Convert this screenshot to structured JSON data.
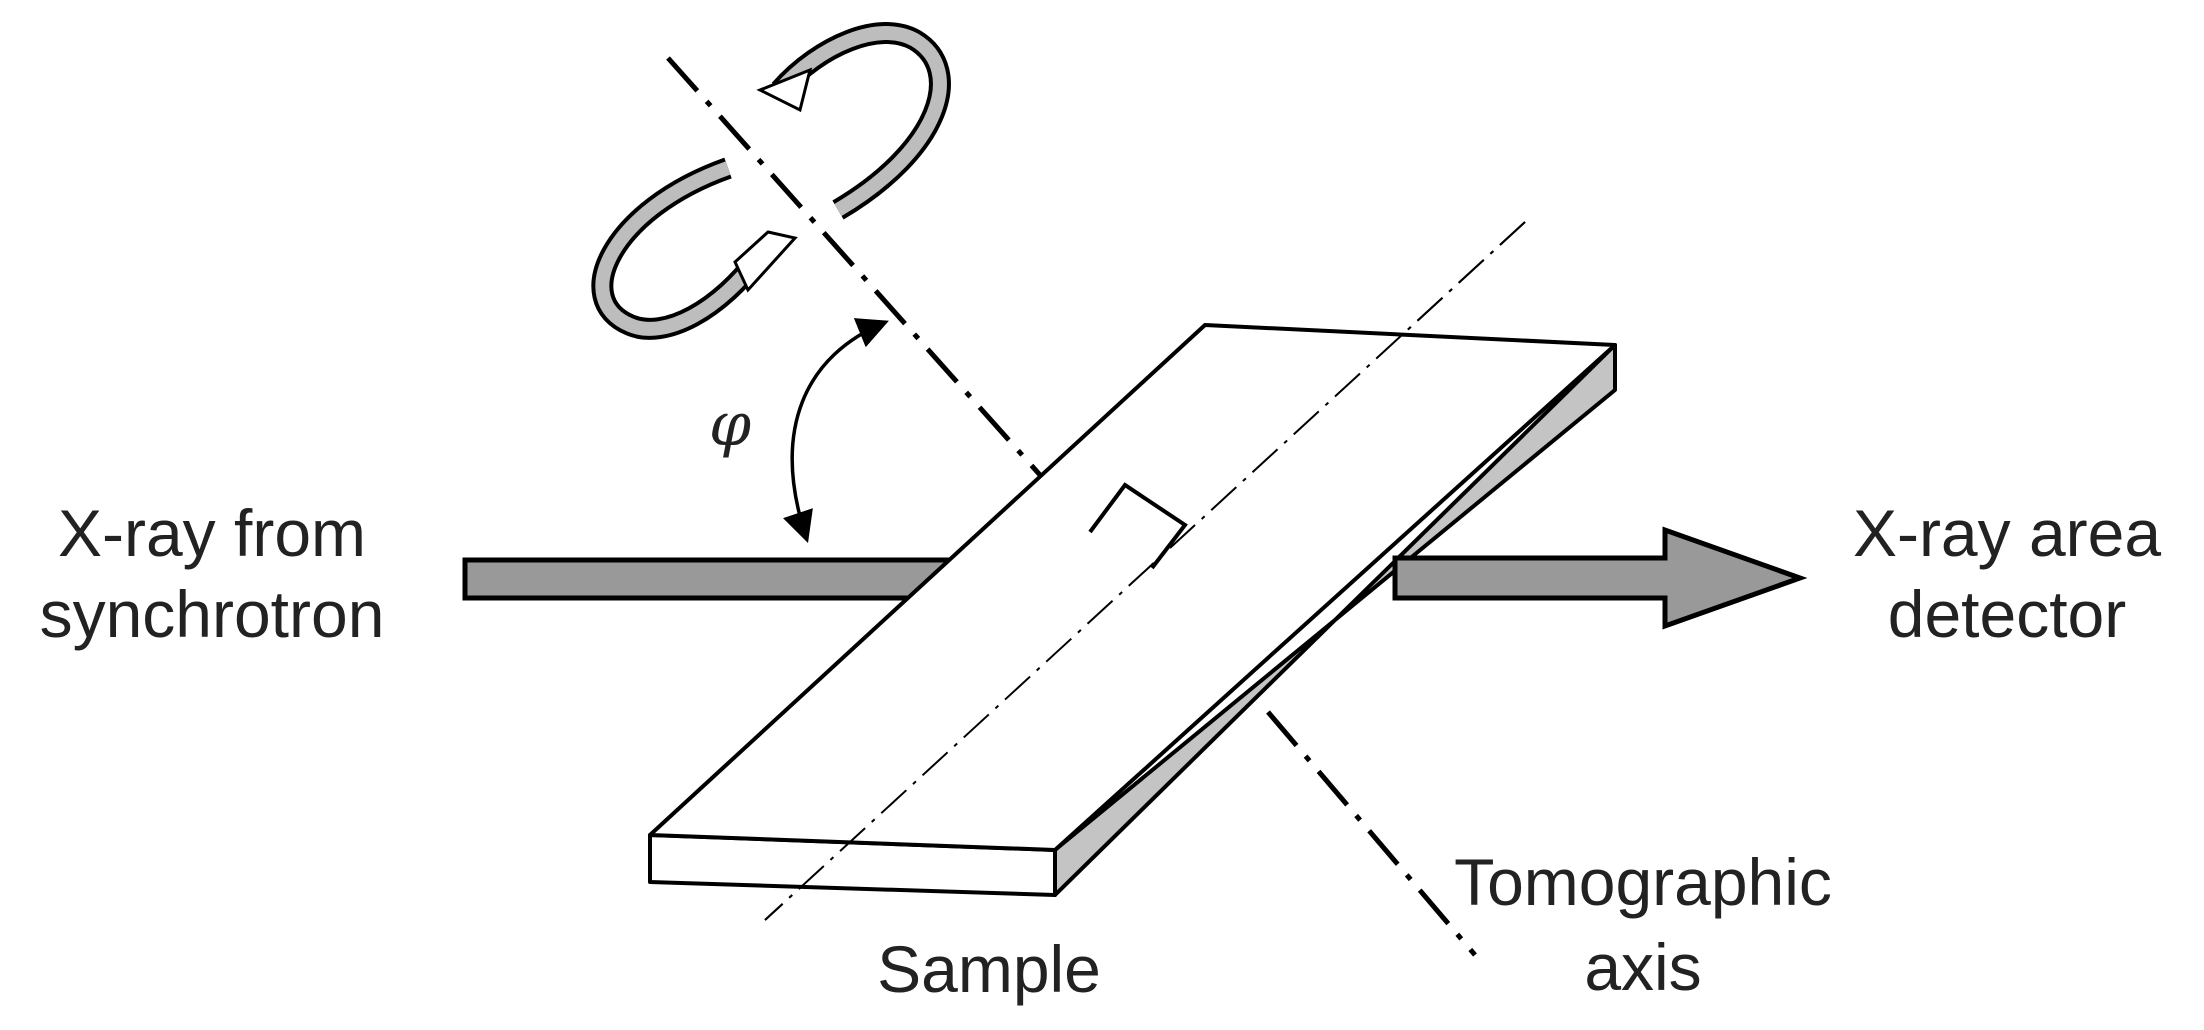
{
  "labels": {
    "source": [
      "X-ray from",
      "synchrotron"
    ],
    "detector": [
      "X-ray area",
      "detector"
    ],
    "sample": "Sample",
    "axis": [
      "Tomographic",
      "axis"
    ],
    "angle": "φ"
  },
  "colors": {
    "stroke": "#000000",
    "beam_fill": "#999999",
    "sample_side": "#c4c4c4",
    "sample_top": "#ffffff",
    "rotation_band": "#bdbdbd",
    "text": "#222222"
  },
  "icons": {
    "rotation": "circular-rotation-arrows-icon",
    "angle": "double-headed-arc-arrow-icon"
  }
}
